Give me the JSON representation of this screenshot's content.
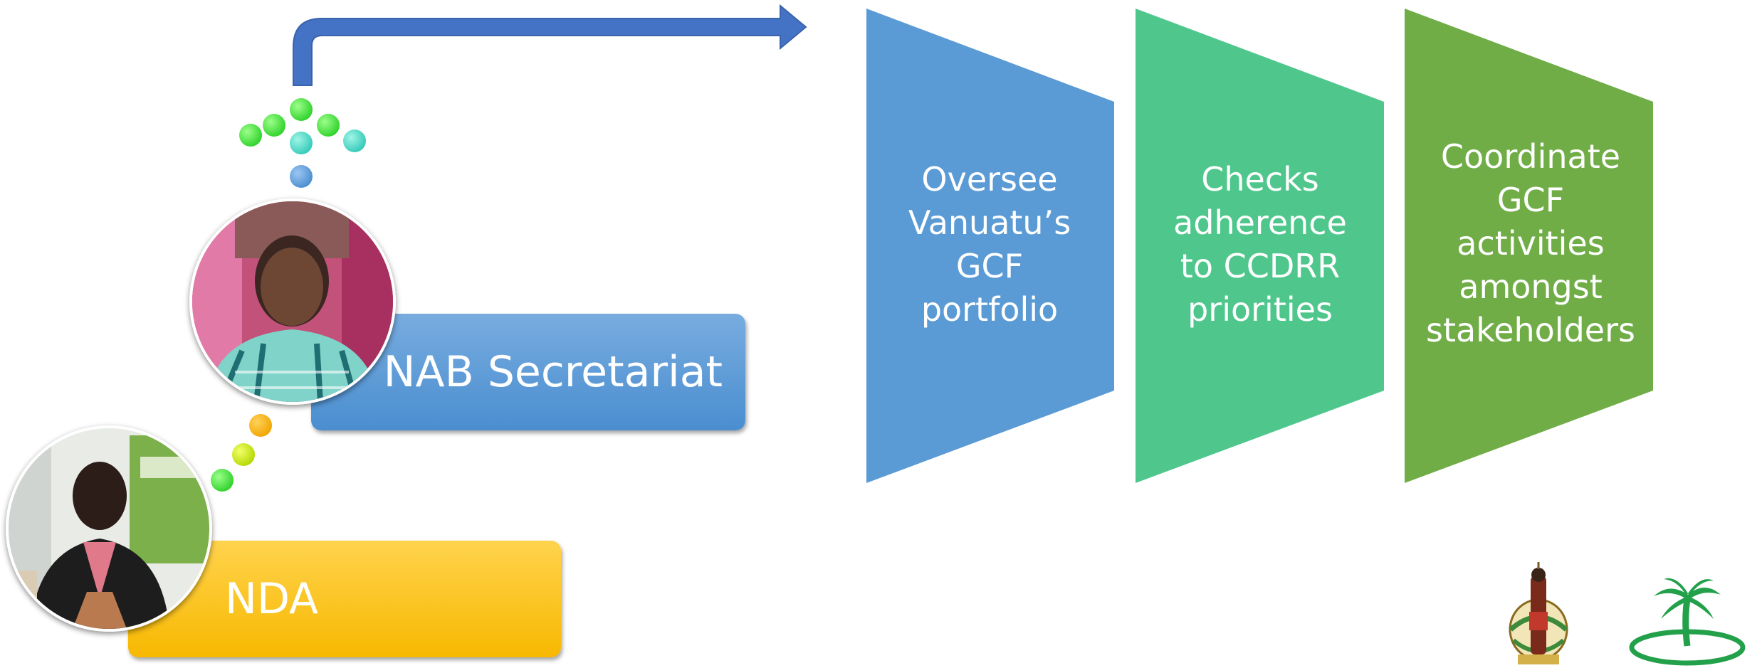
{
  "diagram": {
    "roles": [
      {
        "label": "NAB Secretariat",
        "color": "#5b9bd5"
      },
      {
        "label": "NDA",
        "color": "#ffc000"
      }
    ],
    "steps": [
      {
        "text": "Oversee\nVanuatu’s\nGCF\nportfolio",
        "color": "#5b9bd5"
      },
      {
        "text": "Checks\nadherence\nto CCDRR\npriorities",
        "color": "#4fc78c"
      },
      {
        "text": "Coordinate\nGCF\nactivities\namongst\nstakeholders",
        "color": "#70ad47"
      }
    ],
    "arrow_color": "#4472c4",
    "icons": [
      "person-photo-nab",
      "person-photo-nda",
      "vanuatu-coat-of-arms-emblem",
      "palm-tree-logo"
    ]
  }
}
